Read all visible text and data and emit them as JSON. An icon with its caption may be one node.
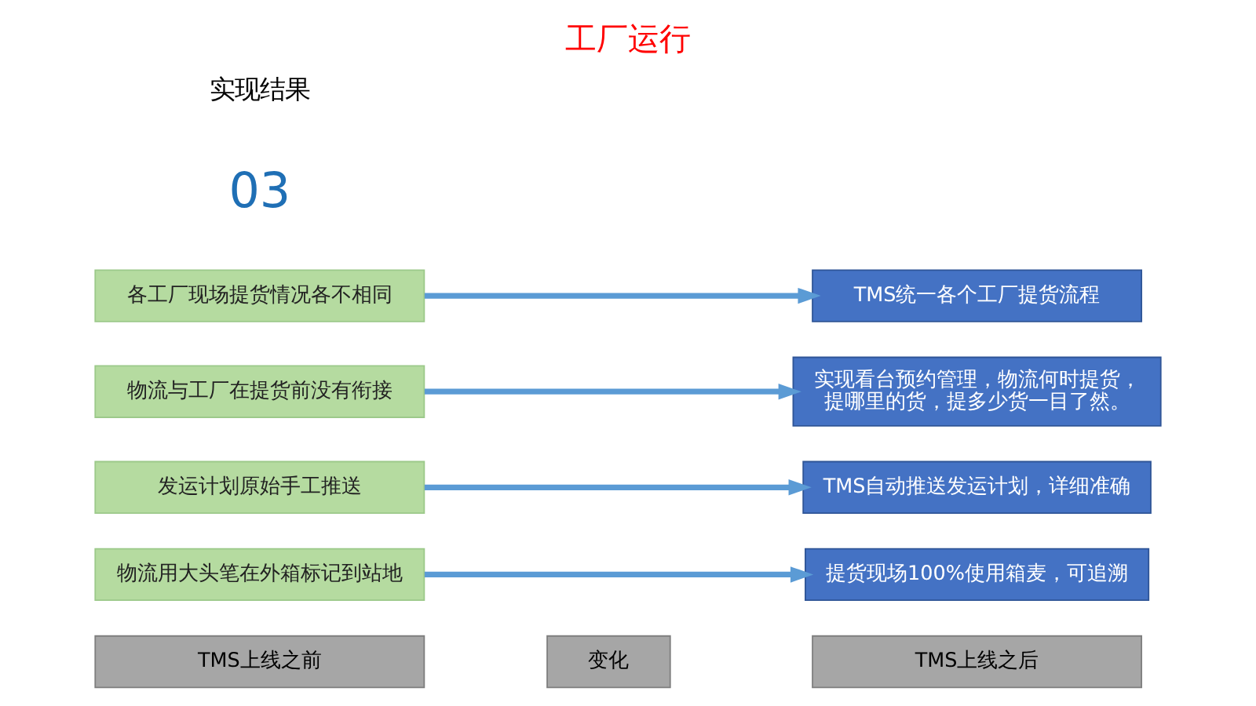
{
  "diagram": {
    "title": "工厂运行",
    "nodes": [
      {
        "text": [
          "TMS上线之前"
        ]
      },
      {
        "text": [
          "TMS上线之后"
        ]
      },
      {
        "text": [
          "变化"
        ]
      },
      {
        "text": [
          "物流用大头笔在外箱标记到站地"
        ]
      },
      {
        "text": [
          "发运计划原始手工推送"
        ]
      },
      {
        "text": [
          "物流与工厂在提货前没有衔接"
        ]
      },
      {
        "text": [
          "各工厂现场提货情况各不相同"
        ]
      },
      {
        "text": [
          "提货现场100%使用箱麦，可追溯"
        ]
      },
      {
        "text": [
          "TMS自动推送发运计划，详细准确"
        ]
      },
      {
        "text": [
          "实现看台预约管理，物流何时提货，提哪里的货，提多少货一目了然。"
        ]
      },
      {
        "text": [
          "TMS统一各个工厂提货流程"
        ]
      }
    ],
    "edges": [
      {
        "from": 3,
        "to": 7,
        "arrow": "to"
      },
      {
        "from": 4,
        "to": 8,
        "arrow": "to"
      },
      {
        "from": 5,
        "to": 9,
        "arrow": "to"
      },
      {
        "from": 6,
        "to": 10,
        "arrow": "to"
      }
    ],
    "labels": [
      "03",
      "实现结果"
    ]
  }
}
